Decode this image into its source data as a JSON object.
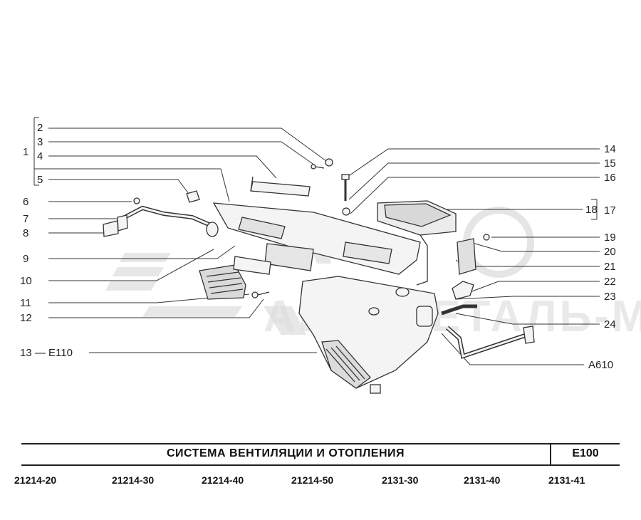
{
  "callouts": {
    "c1": "1",
    "c2": "2",
    "c3": "3",
    "c4": "4",
    "c5": "5",
    "c6": "6",
    "c7": "7",
    "c8": "8",
    "c9": "9",
    "c10": "10",
    "c11": "11",
    "c12": "12",
    "c13": "13 — E110",
    "c14": "14",
    "c15": "15",
    "c16": "16",
    "c17": "17",
    "c18": "18",
    "c19": "19",
    "c20": "20",
    "c21": "21",
    "c22": "22",
    "c23": "23",
    "c24": "24",
    "a610": "A610"
  },
  "title": {
    "text": "СИСТЕМА  ВЕНТИЛЯЦИИ  И  ОТОПЛЕНИЯ",
    "code": "E100"
  },
  "models": [
    "21214-20",
    "21214-30",
    "21214-40",
    "21214-50",
    "2131-30",
    "2131-40",
    "2131-41"
  ],
  "watermark": "АВТОДЕТАЛЬ-МС"
}
